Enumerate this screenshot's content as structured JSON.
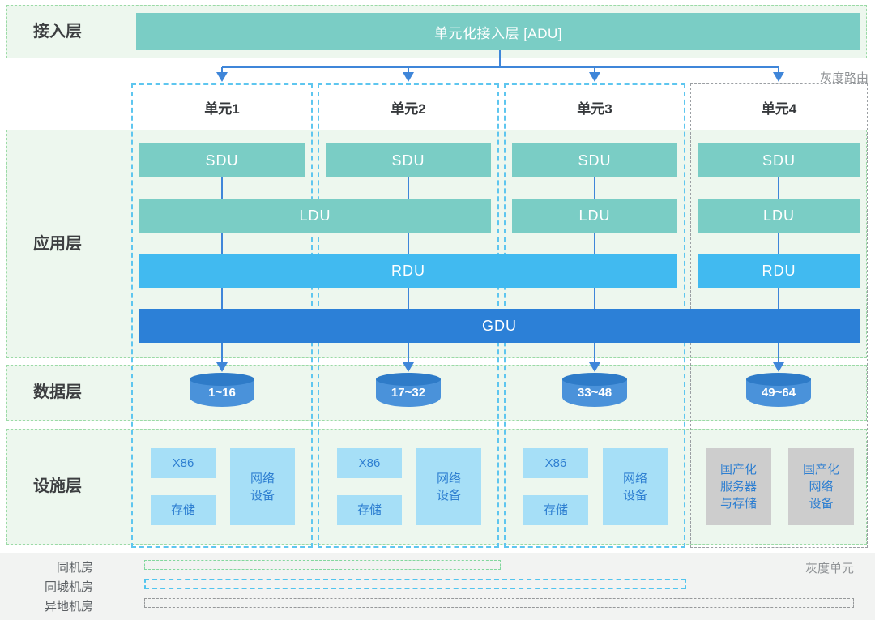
{
  "access_layer": {
    "label": "接入层",
    "adu_bar": "单元化接入层 [ADU]"
  },
  "gray_route_label": "灰度路由",
  "units": [
    {
      "name": "单元1",
      "sdu": "SDU",
      "shards": "1~16"
    },
    {
      "name": "单元2",
      "sdu": "SDU",
      "shards": "17~32"
    },
    {
      "name": "单元3",
      "sdu": "SDU",
      "shards": "33~48"
    },
    {
      "name": "单元4",
      "sdu": "SDU",
      "shards": "49~64"
    }
  ],
  "app_layer": {
    "label": "应用层",
    "ldu_units_1_2": "LDU",
    "ldu_unit_3": "LDU",
    "ldu_unit_4": "LDU",
    "rdu_units_1_3": "RDU",
    "rdu_unit_4": "RDU",
    "gdu": "GDU"
  },
  "data_layer": {
    "label": "数据层"
  },
  "facility_layer": {
    "label": "设施层",
    "x86": "X86",
    "storage": "存储",
    "network": "网络\n设备",
    "domestic_server_storage": "国产化\n服务器\n与存储",
    "domestic_network": "国产化\n网络\n设备"
  },
  "legend": {
    "same_datacenter": "同机房",
    "same_city": "同城机房",
    "remote": "异地机房",
    "gray_unit": "灰度单元"
  },
  "colors": {
    "teal_bar": "#7acdc5",
    "rdu_bar": "#41baf0",
    "gdu_bar": "#2c80d7",
    "connector_blue": "#3f86d9",
    "cylinder_body": "#4a92da",
    "cylinder_top": "#2e7bc8",
    "layer_bg": "#edf7ee",
    "layer_border": "#9bdaa6",
    "unit_border_blue": "#5ec6ef",
    "unit_border_gray": "#9b9fa3",
    "facility_box_blue": "#a6dff7",
    "facility_box_gray": "#cdcdcd",
    "facility_text_blue": "#2e7fd1",
    "legend_bg": "#f2f3f2"
  }
}
